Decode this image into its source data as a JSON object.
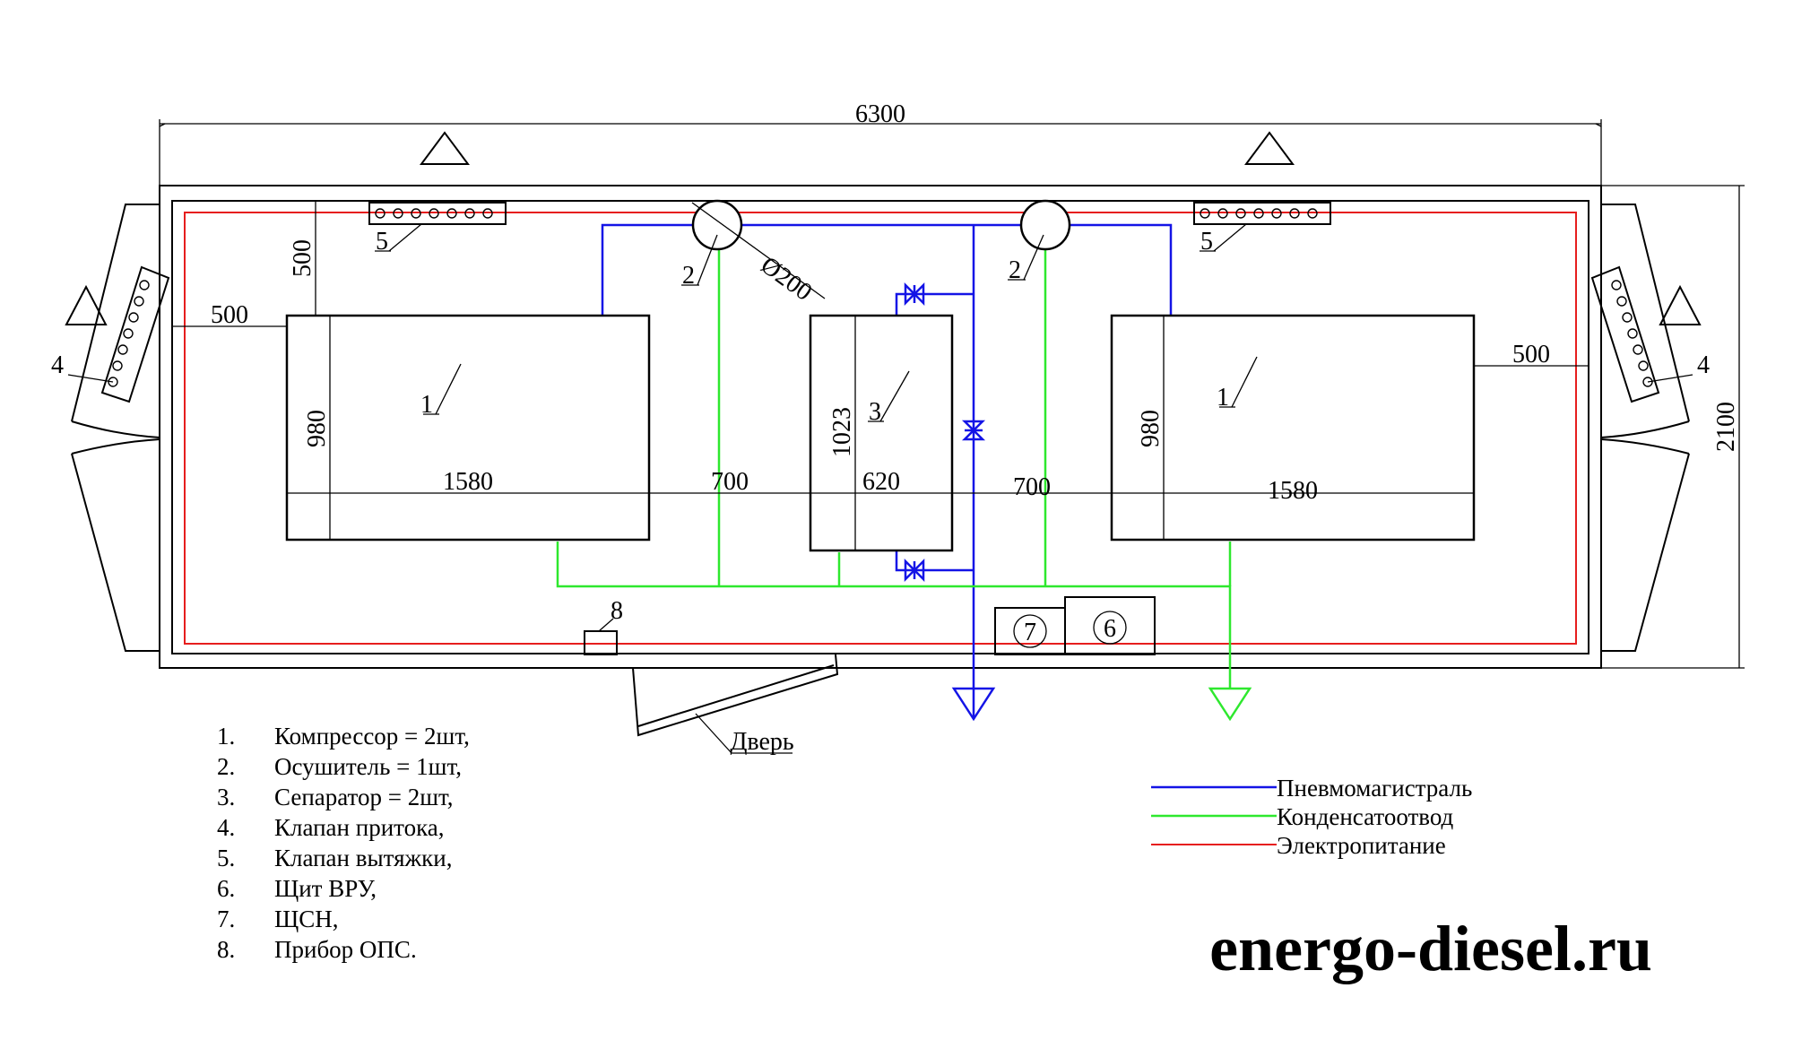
{
  "dimensions": {
    "overall_length": "6300",
    "overall_width": "2100",
    "wall_gap_left": "500",
    "wall_gap_top": "500",
    "wall_gap_right": "500",
    "compressor_depth_left": "980",
    "compressor_depth_right": "980",
    "compressor_length_left": "1580",
    "compressor_length_right": "1580",
    "gap_left": "700",
    "gap_right": "700",
    "separator_width": "620",
    "separator_depth": "1023",
    "duct_diameter": "Ø200"
  },
  "callouts": {
    "compressor_left": "1",
    "compressor_right": "1",
    "dryer_left": "2",
    "dryer_right": "2",
    "separator": "3",
    "intake_left": "4",
    "intake_right": "4",
    "exhaust_left": "5",
    "exhaust_right": "5",
    "panel_vru": "6",
    "panel_shchsn": "7",
    "fire_alarm": "8",
    "door": "Дверь"
  },
  "equipment_list": [
    {
      "num": "1.",
      "text": "Компрессор = 2шт,"
    },
    {
      "num": "2.",
      "text": "Осушитель = 1шт,"
    },
    {
      "num": "3.",
      "text": "Сепаратор = 2шт,"
    },
    {
      "num": "4.",
      "text": "Клапан притока,"
    },
    {
      "num": "5.",
      "text": "Клапан вытяжки,"
    },
    {
      "num": "6.",
      "text": "Щит ВРУ,"
    },
    {
      "num": "7.",
      "text": "ЩСН,"
    },
    {
      "num": "8.",
      "text": "Прибор ОПС."
    }
  ],
  "legend": [
    {
      "label": "Пневмомагистраль",
      "color": "#1414e6"
    },
    {
      "label": "Конденсатоотвод",
      "color": "#2ee82e"
    },
    {
      "label": "Электропитание",
      "color": "#e61e1e"
    }
  ],
  "watermark": "energo-diesel.ru"
}
